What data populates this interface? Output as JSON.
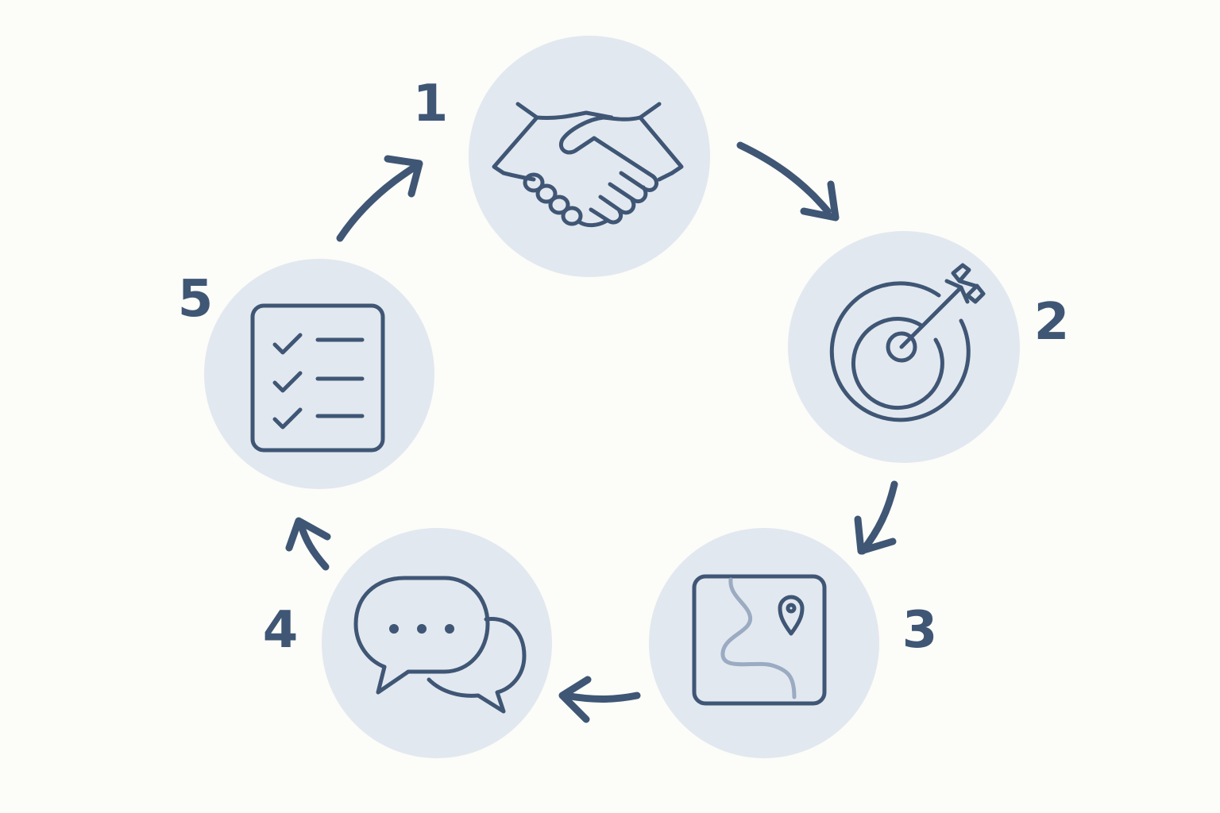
{
  "diagram": {
    "type": "cycle",
    "colors": {
      "background": "#fcfcf8",
      "circle_fill": "#e2e8ef",
      "icon_stroke": "#3f5675",
      "route_accent": "#9aabc2"
    },
    "stages": [
      {
        "number": "1",
        "icon": "handshake-icon"
      },
      {
        "number": "2",
        "icon": "target-arrow-icon"
      },
      {
        "number": "3",
        "icon": "map-pin-icon"
      },
      {
        "number": "4",
        "icon": "chat-bubbles-icon"
      },
      {
        "number": "5",
        "icon": "checklist-icon"
      }
    ],
    "flow_direction": "clockwise"
  }
}
